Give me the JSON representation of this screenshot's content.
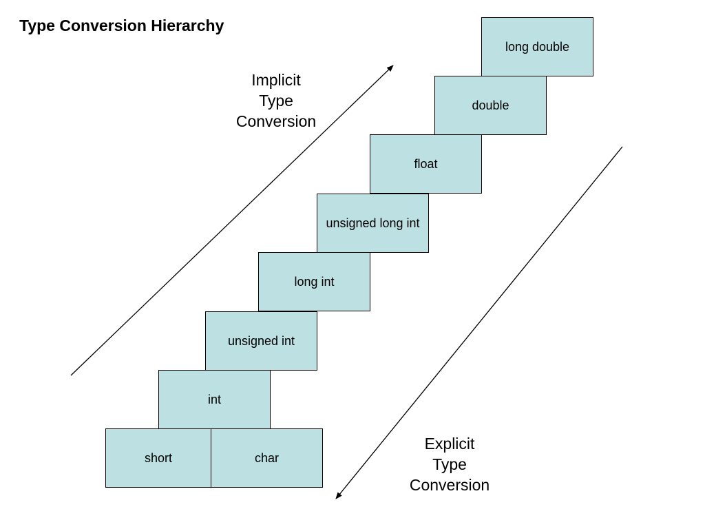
{
  "title": "Type Conversion Hierarchy",
  "box_fill": "#bde0e3",
  "types": {
    "long_double": "long double",
    "double": "double",
    "float": "float",
    "unsigned_long_int": "unsigned long int",
    "long_int": "long int",
    "unsigned_int": "unsigned int",
    "int": "int",
    "short": "short",
    "char": "char"
  },
  "implicit": {
    "line1": "Implicit",
    "line2": "Type",
    "line3": "Conversion"
  },
  "explicit": {
    "line1": "Explicit",
    "line2": "Type",
    "line3": "Conversion"
  }
}
